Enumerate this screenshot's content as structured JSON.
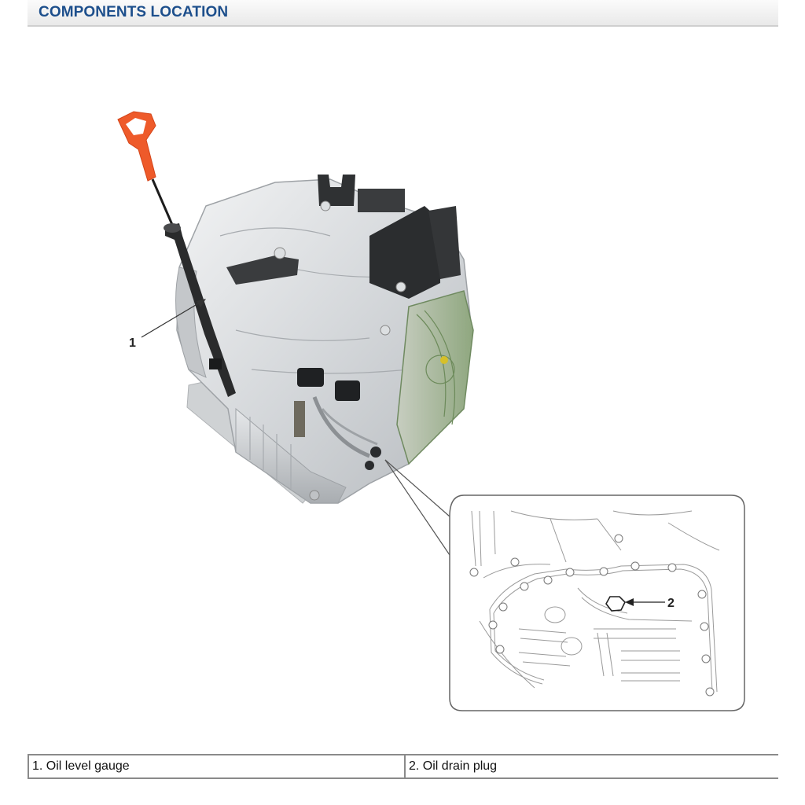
{
  "header": {
    "title": "COMPONENTS LOCATION",
    "title_color": "#1d4f8c"
  },
  "figure": {
    "description": "Automatic transaxle assembly photo with oil level gauge, and detail line drawing of oil pan with drain plug",
    "callouts": [
      {
        "number": "1",
        "target": "Oil level gauge"
      },
      {
        "number": "2",
        "target": "Oil drain plug"
      }
    ],
    "dipstick_handle_color": "#ee5a2a"
  },
  "legend": {
    "items": [
      {
        "label": "1. Oil level gauge"
      },
      {
        "label": "2. Oil drain plug"
      }
    ]
  }
}
